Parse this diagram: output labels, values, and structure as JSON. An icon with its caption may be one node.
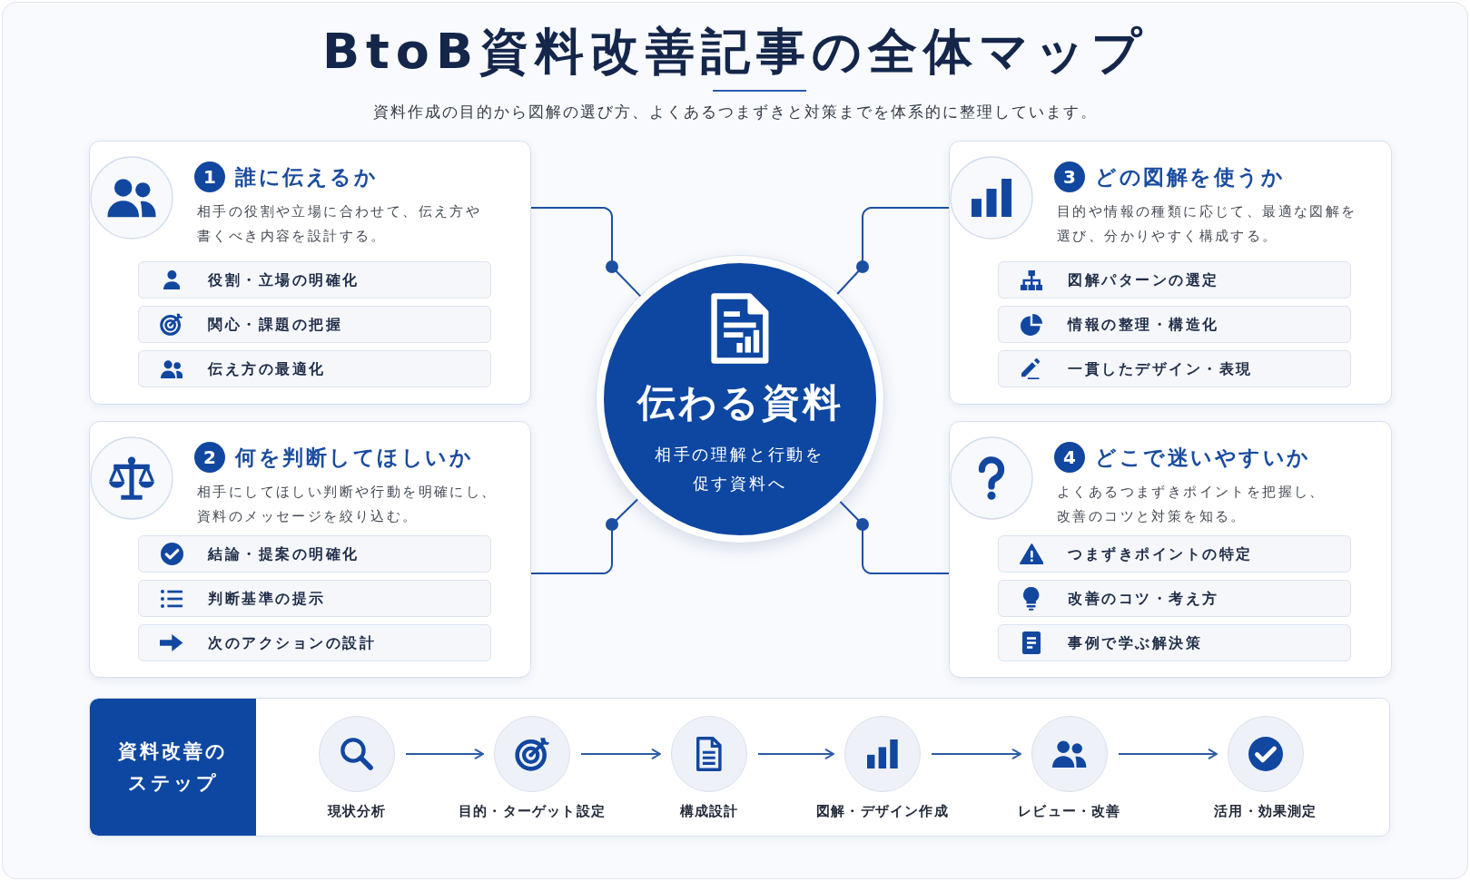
{
  "diagram": {
    "title": "BtoB資料改善記事の全体マップ",
    "nodes": [
      {
        "text": [
          "誰に伝えるか",
          "相手の役割や立場に合わせて、伝え方や書くべき内容を設計する。"
        ]
      },
      {
        "text": [
          "1"
        ],
        "in": 0
      },
      {
        "text": [
          "役割・立場の明確化"
        ],
        "in": 0
      },
      {
        "text": [
          "関心・課題の把握"
        ],
        "in": 0
      },
      {
        "text": [
          "伝え方の最適化"
        ],
        "in": 0
      },
      {
        "text": [
          "伝わる資料",
          "相手の理解と行動を促す資料へ"
        ]
      },
      {
        "text": [
          "どの図解を使うか",
          "目的や情報の種類に応じて、最適な図解を選び、分かりやすく構成する。"
        ]
      },
      {
        "text": [
          "3"
        ],
        "in": 6
      },
      {
        "text": [
          "図解パターンの選定"
        ],
        "in": 6
      },
      {
        "text": [
          "情報の整理・構造化"
        ],
        "in": 6
      },
      {
        "text": [
          "一貫したデザイン・表現"
        ],
        "in": 6
      },
      {
        "text": [
          "何を判断してほしいか",
          "相手にしてほしい判断や行動を明確にし、資料のメッセージを絞り込む。"
        ]
      },
      {
        "text": [
          "2"
        ],
        "in": 11
      },
      {
        "text": [
          "結論・提案の明確化"
        ],
        "in": 11
      },
      {
        "text": [
          "判断基準の提示"
        ],
        "in": 11
      },
      {
        "text": [
          "次のアクションの設計"
        ],
        "in": 11
      },
      {
        "text": [
          "どこで迷いやすいか",
          "よくあるつまずきポイントを把握し、改善のコツと対策を知る。"
        ]
      },
      {
        "text": [
          "4"
        ],
        "in": 16
      },
      {
        "text": [
          "つまずきポイントの特定"
        ],
        "in": 16
      },
      {
        "text": [
          "改善のコツ・考え方"
        ],
        "in": 16
      },
      {
        "text": [
          "事例で学ぶ解決策"
        ],
        "in": 16
      },
      {
        "text": [],
        "shape": "box"
      },
      {
        "text": [
          "資料改善のステップ"
        ],
        "in": 21
      },
      {
        "text": [],
        "shape": "circle",
        "in": 21,
        "beside": [
          "現状分析"
        ]
      },
      {
        "text": [],
        "shape": "circle",
        "in": 21,
        "beside": [
          "目的・ターゲット設定"
        ]
      },
      {
        "text": [],
        "shape": "circle",
        "in": 21,
        "beside": [
          "構成設計"
        ]
      },
      {
        "text": [],
        "shape": "circle",
        "in": 21,
        "beside": [
          "図解・デザイン作成"
        ]
      },
      {
        "text": [],
        "shape": "circle",
        "in": 21,
        "beside": [
          "レビュー・改善"
        ]
      },
      {
        "text": [],
        "shape": "circle",
        "in": 21,
        "beside": [
          "活用・効果測定"
        ]
      }
    ],
    "edges": [
      {
        "from": 5,
        "to": 0,
        "arrow": "none"
      },
      {
        "from": 5,
        "to": 6,
        "arrow": "none"
      },
      {
        "from": 5,
        "to": 11,
        "arrow": "none"
      },
      {
        "from": 5,
        "to": 16,
        "arrow": "none"
      },
      {
        "from": 23,
        "to": 24,
        "arrow": "to"
      },
      {
        "from": 24,
        "to": 25,
        "arrow": "to"
      },
      {
        "from": 25,
        "to": 26,
        "arrow": "to"
      },
      {
        "from": 26,
        "to": 27,
        "arrow": "to"
      },
      {
        "from": 27,
        "to": 28,
        "arrow": "to"
      }
    ],
    "labels": [
      "資料作成の目的から図解の選び方、よくあるつまずきと対策までを体系的に整理しています。"
    ]
  }
}
